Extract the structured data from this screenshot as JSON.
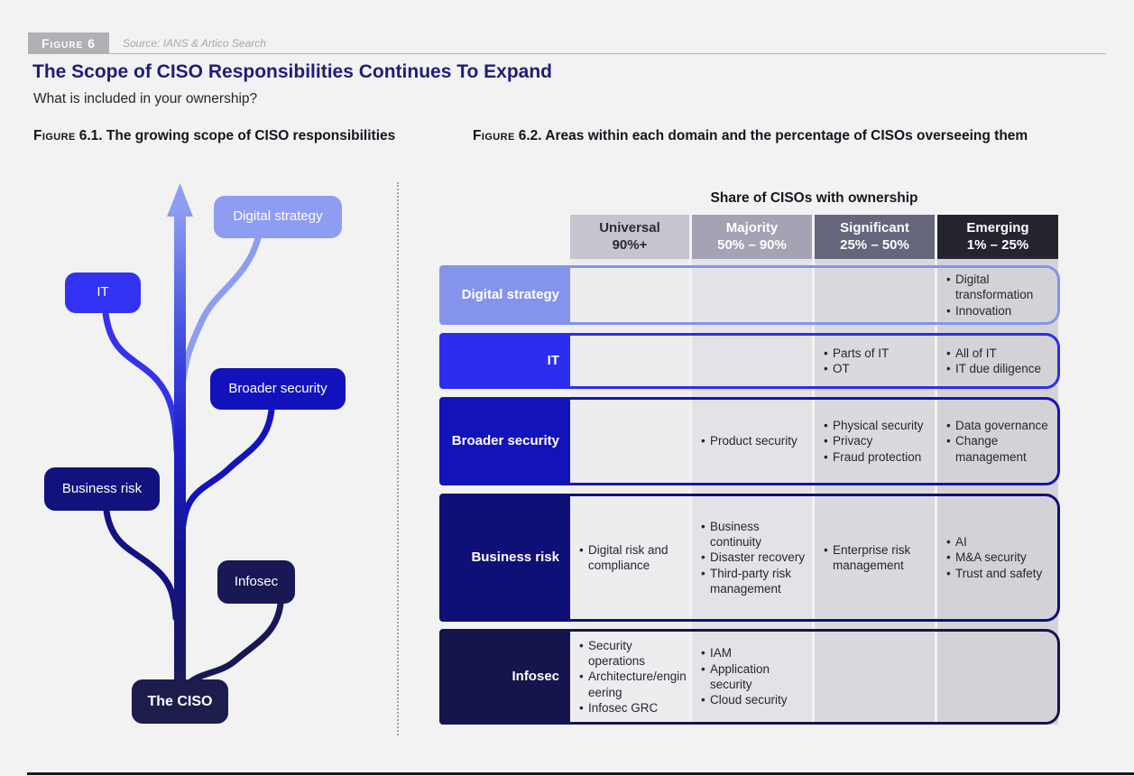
{
  "page": {
    "figure_tag": "Figure 6",
    "source_note": "Source: IANS & Artico Search",
    "title": "The Scope of CISO Responsibilities Continues To Expand",
    "subtitle": "What is included in your ownership?"
  },
  "figure_6_1": {
    "caption_prefix": "Figure",
    "caption_rest": "6.1. The growing scope of CISO responsibilities",
    "nodes": {
      "digital_strategy": "Digital strategy",
      "it": "IT",
      "broader_security": "Broader security",
      "business_risk": "Business risk",
      "infosec": "Infosec",
      "ciso": "The CISO"
    }
  },
  "figure_6_2": {
    "caption_prefix": "Figure",
    "caption_rest": "6.2. Areas within each domain and the percentage of CISOs overseeing them",
    "table_title": "Share of CISOs with ownership",
    "columns": [
      {
        "label": "Universal",
        "range": "90%+"
      },
      {
        "label": "Majority",
        "range": "50% – 90%"
      },
      {
        "label": "Significant",
        "range": "25% – 50%"
      },
      {
        "label": "Emerging",
        "range": "1% – 25%"
      }
    ],
    "rows": [
      {
        "label": "Digital strategy",
        "cells": {
          "universal": [],
          "majority": [],
          "significant": [],
          "emerging": [
            "Digital transformation",
            "Innovation"
          ]
        }
      },
      {
        "label": "IT",
        "cells": {
          "universal": [],
          "majority": [],
          "significant": [
            "Parts of IT",
            "OT"
          ],
          "emerging": [
            "All of IT",
            "IT due diligence"
          ]
        }
      },
      {
        "label": "Broader security",
        "cells": {
          "universal": [],
          "majority": [
            "Product security"
          ],
          "significant": [
            "Physical security",
            "Privacy",
            "Fraud protection"
          ],
          "emerging": [
            "Data governance",
            "Change management"
          ]
        }
      },
      {
        "label": "Business risk",
        "cells": {
          "universal": [
            "Digital risk and compliance"
          ],
          "majority": [
            "Business continuity",
            "Disaster recovery",
            "Third-party risk management"
          ],
          "significant": [
            "Enterprise risk management"
          ],
          "emerging": [
            "AI",
            "M&A security",
            "Trust and safety"
          ]
        }
      },
      {
        "label": "Infosec",
        "cells": {
          "universal": [
            "Security operations",
            "Architecture/engineering",
            "Infosec GRC"
          ],
          "majority": [
            "IAM",
            "Application security",
            "Cloud security"
          ],
          "significant": [],
          "emerging": []
        }
      }
    ]
  },
  "colors": {
    "page_background": "#f2f2f3",
    "title_navy": "#1e1e78",
    "digital_strategy": "#8e9df1",
    "it": "#3232f2",
    "broader_security": "#1212bd",
    "business_risk": "#12127f",
    "infosec": "#181855",
    "ciso": "#1c1c4d",
    "header_universal": "#c5c5cd",
    "header_majority": "#a3a3b3",
    "header_significant": "#65657c",
    "header_emerging": "#24242e"
  },
  "chart_data": {
    "type": "table",
    "title": "Share of CISOs with ownership",
    "columns": [
      "Universal 90%+",
      "Majority 50% – 90%",
      "Significant 25% – 50%",
      "Emerging 1% – 25%"
    ],
    "row_labels": [
      "Digital strategy",
      "IT",
      "Broader security",
      "Business risk",
      "Infosec"
    ],
    "cells": [
      [
        [],
        [],
        [],
        [
          "Digital transformation",
          "Innovation"
        ]
      ],
      [
        [],
        [],
        [
          "Parts of IT",
          "OT"
        ],
        [
          "All of IT",
          "IT due diligence"
        ]
      ],
      [
        [],
        [
          "Product security"
        ],
        [
          "Physical security",
          "Privacy",
          "Fraud protection"
        ],
        [
          "Data governance",
          "Change management"
        ]
      ],
      [
        [
          "Digital risk and compliance"
        ],
        [
          "Business continuity",
          "Disaster recovery",
          "Third-party risk management"
        ],
        [
          "Enterprise risk management"
        ],
        [
          "AI",
          "M&A security",
          "Trust and safety"
        ]
      ],
      [
        [
          "Security operations",
          "Architecture/engineering",
          "Infosec GRC"
        ],
        [
          "IAM",
          "Application security",
          "Cloud security"
        ],
        [],
        []
      ]
    ],
    "legend_position": "none",
    "grid": false
  }
}
